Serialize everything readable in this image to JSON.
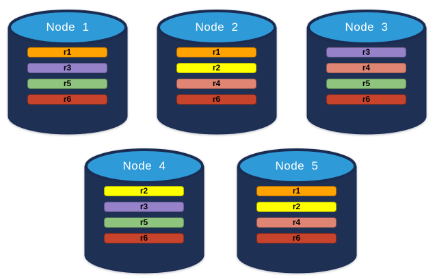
{
  "diagram": {
    "description": "replica-distribution-across-database-nodes",
    "cylinder": {
      "top_fill": "#2E9BD8",
      "body_fill": "#1F3055",
      "title_color": "#FFFFFF"
    },
    "replica_colors": {
      "r1": "#FFA302",
      "r2": "#FFFF00",
      "r3": "#9582C8",
      "r4": "#E08473",
      "r5": "#8EC47D",
      "r6": "#C8432B"
    },
    "nodes": [
      {
        "label": "Node  1",
        "replicas": [
          "r1",
          "r3",
          "r5",
          "r6"
        ]
      },
      {
        "label": "Node  2",
        "replicas": [
          "r1",
          "r2",
          "r4",
          "r6"
        ]
      },
      {
        "label": "Node  3",
        "replicas": [
          "r3",
          "r4",
          "r5",
          "r6"
        ]
      },
      {
        "label": "Node  4",
        "replicas": [
          "r2",
          "r3",
          "r5",
          "r6"
        ]
      },
      {
        "label": "Node  5",
        "replicas": [
          "r1",
          "r2",
          "r4",
          "r6"
        ]
      }
    ]
  }
}
